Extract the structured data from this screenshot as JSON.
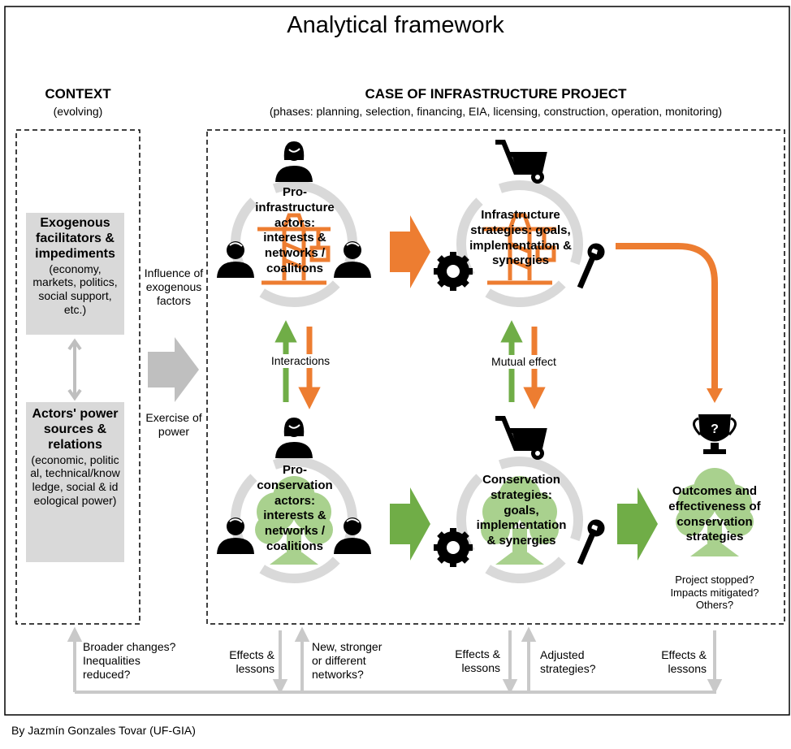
{
  "title": "Analytical framework",
  "context": {
    "heading": "CONTEXT",
    "subheading": "(evolving)",
    "box1": {
      "title": "Exogenous facilitators & impediments",
      "detail": "(economy, markets, politics, social support, etc.)"
    },
    "box2": {
      "title": "Actors' power sources & relations",
      "detail": "(economic, political, technical/knowledge, social & ideological power)"
    }
  },
  "case": {
    "heading": "CASE OF INFRASTRUCTURE  PROJECT",
    "subheading": "(phases: planning, selection, financing, EIA, licensing, construction, operation, monitoring)"
  },
  "middle": {
    "influence": "Influence of exogenous factors",
    "exercise": "Exercise of power"
  },
  "nodes": {
    "infra_actors": "Pro-infrastructure actors: interests & networks / coalitions",
    "infra_strategies": "Infrastructure strategies: goals, implementation & synergies",
    "cons_actors": "Pro-conservation actors: interests & networks / coalitions",
    "cons_strategies": "Conservation strategies: goals, implementation & synergies",
    "outcomes": "Outcomes and effectiveness of conservation strategies",
    "outcome_questions": [
      "Project stopped?",
      "Impacts mitigated?",
      "Others?"
    ]
  },
  "links": {
    "interactions": "Interactions",
    "mutual": "Mutual effect"
  },
  "feedback": {
    "broader": [
      "Broader changes?",
      "Inequalities",
      "reduced?"
    ],
    "effects1": [
      "Effects &",
      "lessons"
    ],
    "networks": [
      "New, stronger",
      "or different",
      "networks?"
    ],
    "effects2": [
      "Effects &",
      "lessons"
    ],
    "adjusted": [
      "Adjusted",
      "strategies?"
    ],
    "effects3": [
      "Effects &",
      "lessons"
    ]
  },
  "credit": "By Jazmín Gonzales Tovar (UF-GIA)",
  "colors": {
    "orange": "#ed7d31",
    "green": "#70ad47",
    "gray": "#c9c9c9",
    "lightgreen": "#a9d18e"
  }
}
